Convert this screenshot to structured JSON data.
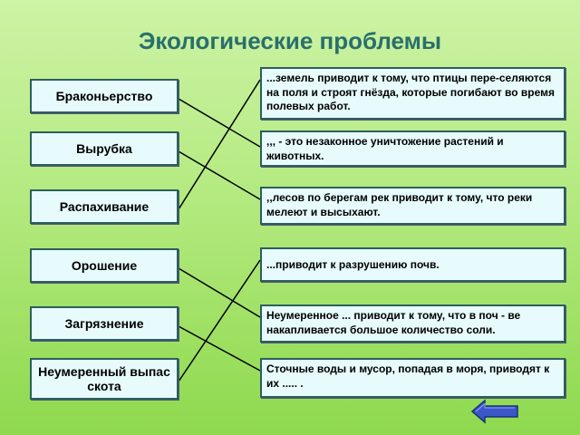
{
  "title": "Экологические проблемы",
  "terms": [
    "Браконьерство",
    "Вырубка",
    "Распахивание",
    "Орошение",
    "Загрязнение",
    "Неумеренный выпас скота"
  ],
  "definitions": [
    "...земель приводит к тому, что птицы пере-селяются на поля и строят гнёзда, которые погибают во время полевых работ.",
    ",,, - это незаконное уничтожение растений и животных.",
    ",,лесов по берегам рек приводит к тому, что  реки  мелеют и высыхают.",
    "...приводит к разрушению почв.",
    "Неумеренное ... приводит к тому, что в поч - ве накапливается большое  количество соли.",
    "Сточные воды и мусор, попадая в моря, приводят к их ..... ."
  ],
  "links": [
    [
      0,
      1
    ],
    [
      1,
      2
    ],
    [
      2,
      0
    ],
    [
      3,
      4
    ],
    [
      4,
      5
    ],
    [
      5,
      3
    ]
  ],
  "colors": {
    "box_fill": "#e7fbfc",
    "box_border": "#2b5f5d",
    "title": "#2a6f6c",
    "line": "#000000",
    "nav_button": "#3b57c9"
  },
  "icons": {
    "nav": "back-arrow-icon"
  }
}
